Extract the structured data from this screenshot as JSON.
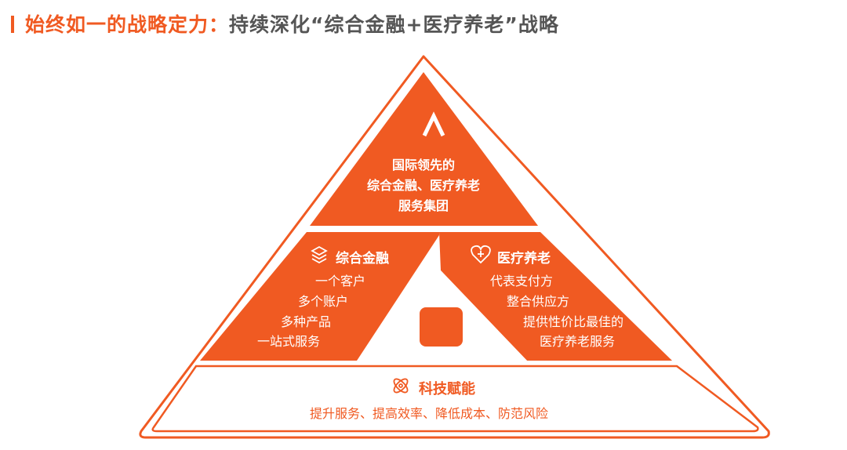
{
  "title": {
    "highlight": "始终如一的战略定力：",
    "rest": "持续深化“综合金融+医疗养老”战略"
  },
  "apex": {
    "lines": [
      "国际领先的",
      "综合金融、医疗养老",
      "服务集团"
    ]
  },
  "finance": {
    "heading": "综合金融",
    "items": [
      "一个客户",
      "多个账户",
      "多种产品",
      "一站式服务"
    ]
  },
  "health": {
    "heading": "医疗养老",
    "items": [
      "代表支付方",
      "整合供应方",
      "提供性价比最佳的",
      "医疗养老服务"
    ]
  },
  "tech": {
    "heading": "科技赋能",
    "desc": "提升服务、提高效率、降低成本、防范风险"
  },
  "colors": {
    "accent": "#f05a22"
  }
}
